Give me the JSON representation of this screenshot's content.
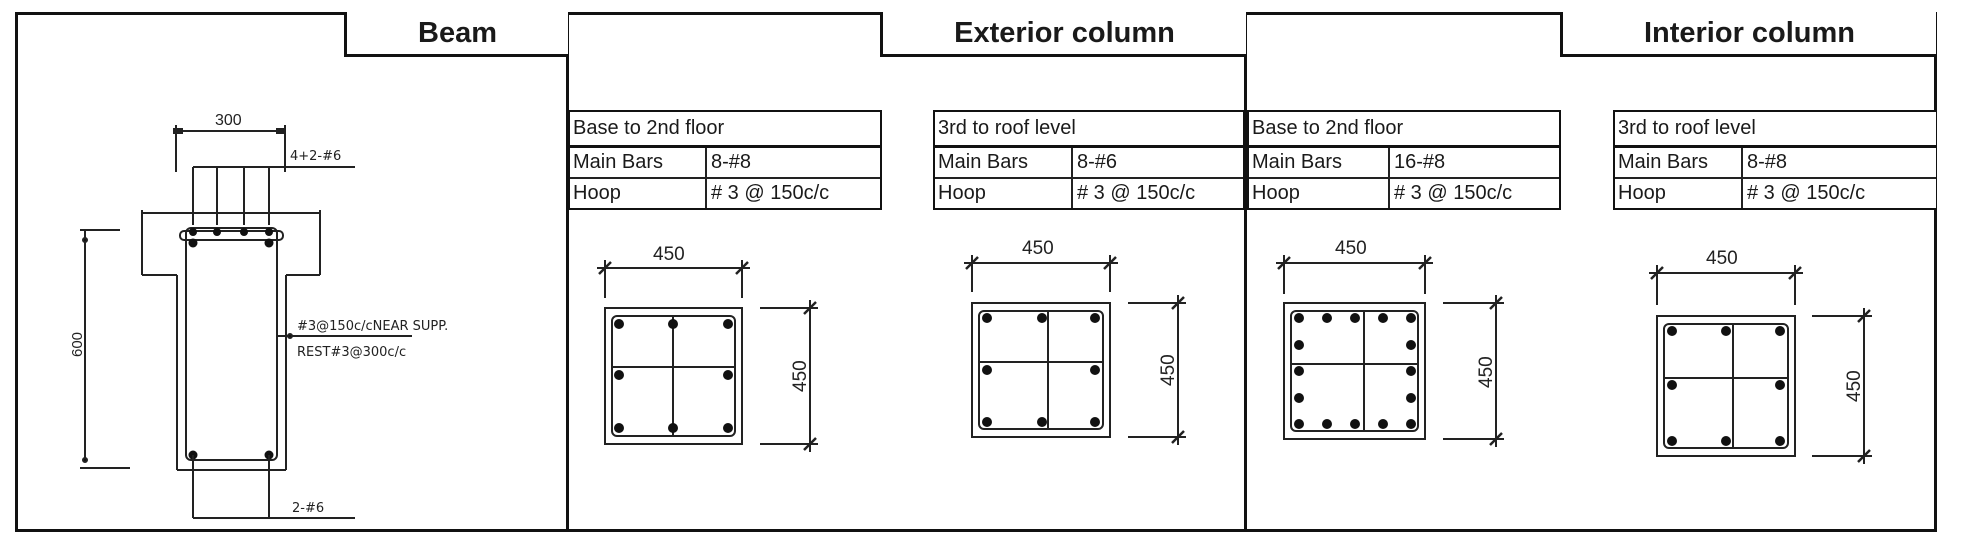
{
  "sections": {
    "beam": {
      "title": "Beam",
      "width_dim": "300",
      "depth_dim": "600",
      "top_bars": "4+2-#6",
      "stirrups_line1": "#3@150c/cNEAR SUPP.",
      "stirrups_line2": "REST#3@300c/c",
      "bottom_bars": "2-#6"
    },
    "exterior_column": {
      "title": "Exterior column",
      "tables": [
        {
          "level": "Base to 2nd floor",
          "main_bars_label": "Main Bars",
          "main_bars": "8-#8",
          "hoop_label": "Hoop",
          "hoop": "# 3 @ 150c/c"
        },
        {
          "level": "3rd to roof level",
          "main_bars_label": "Main Bars",
          "main_bars": "8-#6",
          "hoop_label": "Hoop",
          "hoop": "# 3 @ 150c/c"
        }
      ],
      "sections": [
        {
          "width_dim": "450",
          "height_dim": "450",
          "bar_count": 8
        },
        {
          "width_dim": "450",
          "height_dim": "450",
          "bar_count": 8
        }
      ]
    },
    "interior_column": {
      "title": "Interior column",
      "tables": [
        {
          "level": "Base to 2nd floor",
          "main_bars_label": "Main Bars",
          "main_bars": "16-#8",
          "hoop_label": "Hoop",
          "hoop": "# 3 @ 150c/c"
        },
        {
          "level": "3rd to roof level",
          "main_bars_label": "Main Bars",
          "main_bars": "8-#8",
          "hoop_label": "Hoop",
          "hoop": "# 3 @ 150c/c"
        }
      ],
      "sections": [
        {
          "width_dim": "450",
          "height_dim": "450",
          "bar_count": 16
        },
        {
          "width_dim": "450",
          "height_dim": "450",
          "bar_count": 8
        }
      ]
    }
  },
  "colors": {
    "line": "#111111",
    "background": "#ffffff"
  }
}
